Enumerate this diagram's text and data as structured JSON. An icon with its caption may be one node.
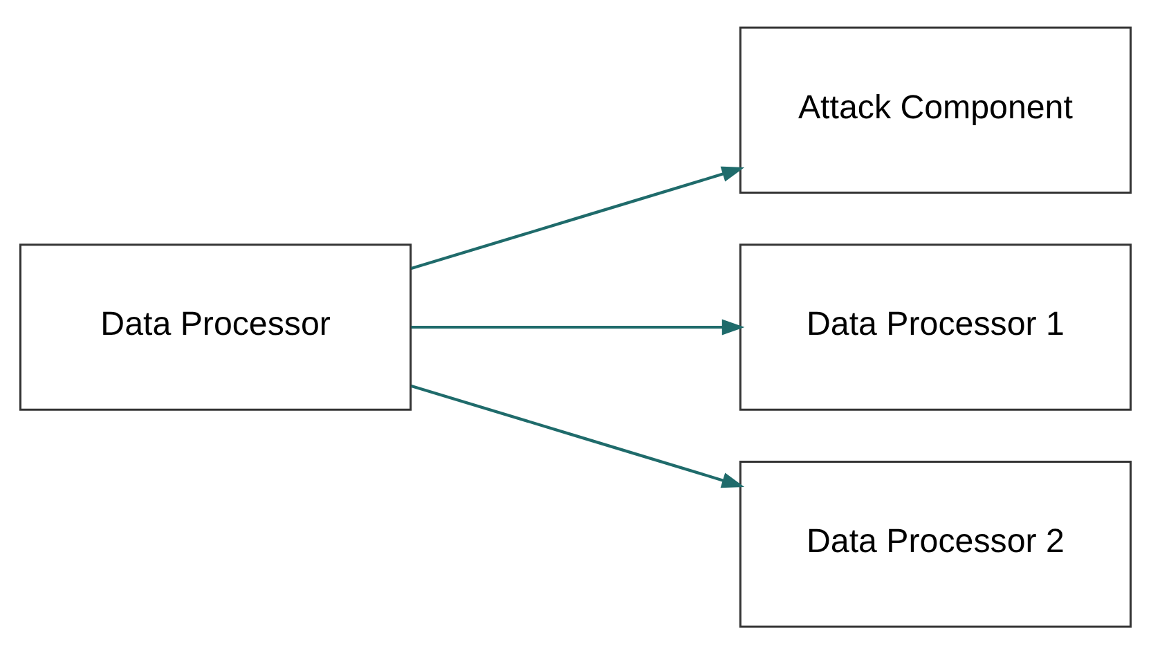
{
  "diagram": {
    "nodes": [
      {
        "text": [
          "Data Processor"
        ]
      },
      {
        "text": [
          "Attack Component"
        ]
      },
      {
        "text": [
          "Data Processor 1"
        ]
      },
      {
        "text": [
          "Data Processor 2"
        ]
      }
    ],
    "edges": [
      {
        "from": 0,
        "to": 1,
        "arrow": "to"
      },
      {
        "from": 0,
        "to": 2,
        "arrow": "to"
      },
      {
        "from": 0,
        "to": 3,
        "arrow": "to"
      }
    ]
  }
}
